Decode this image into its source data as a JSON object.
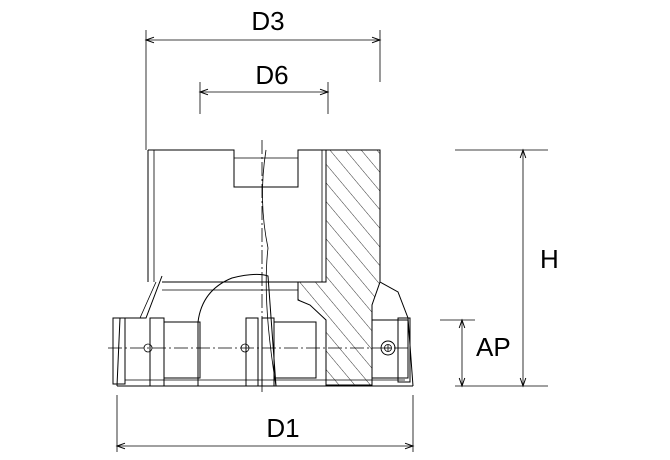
{
  "labels": {
    "d3": "D3",
    "d6": "D6",
    "h": "H",
    "ap": "AP",
    "d1": "D1"
  }
}
